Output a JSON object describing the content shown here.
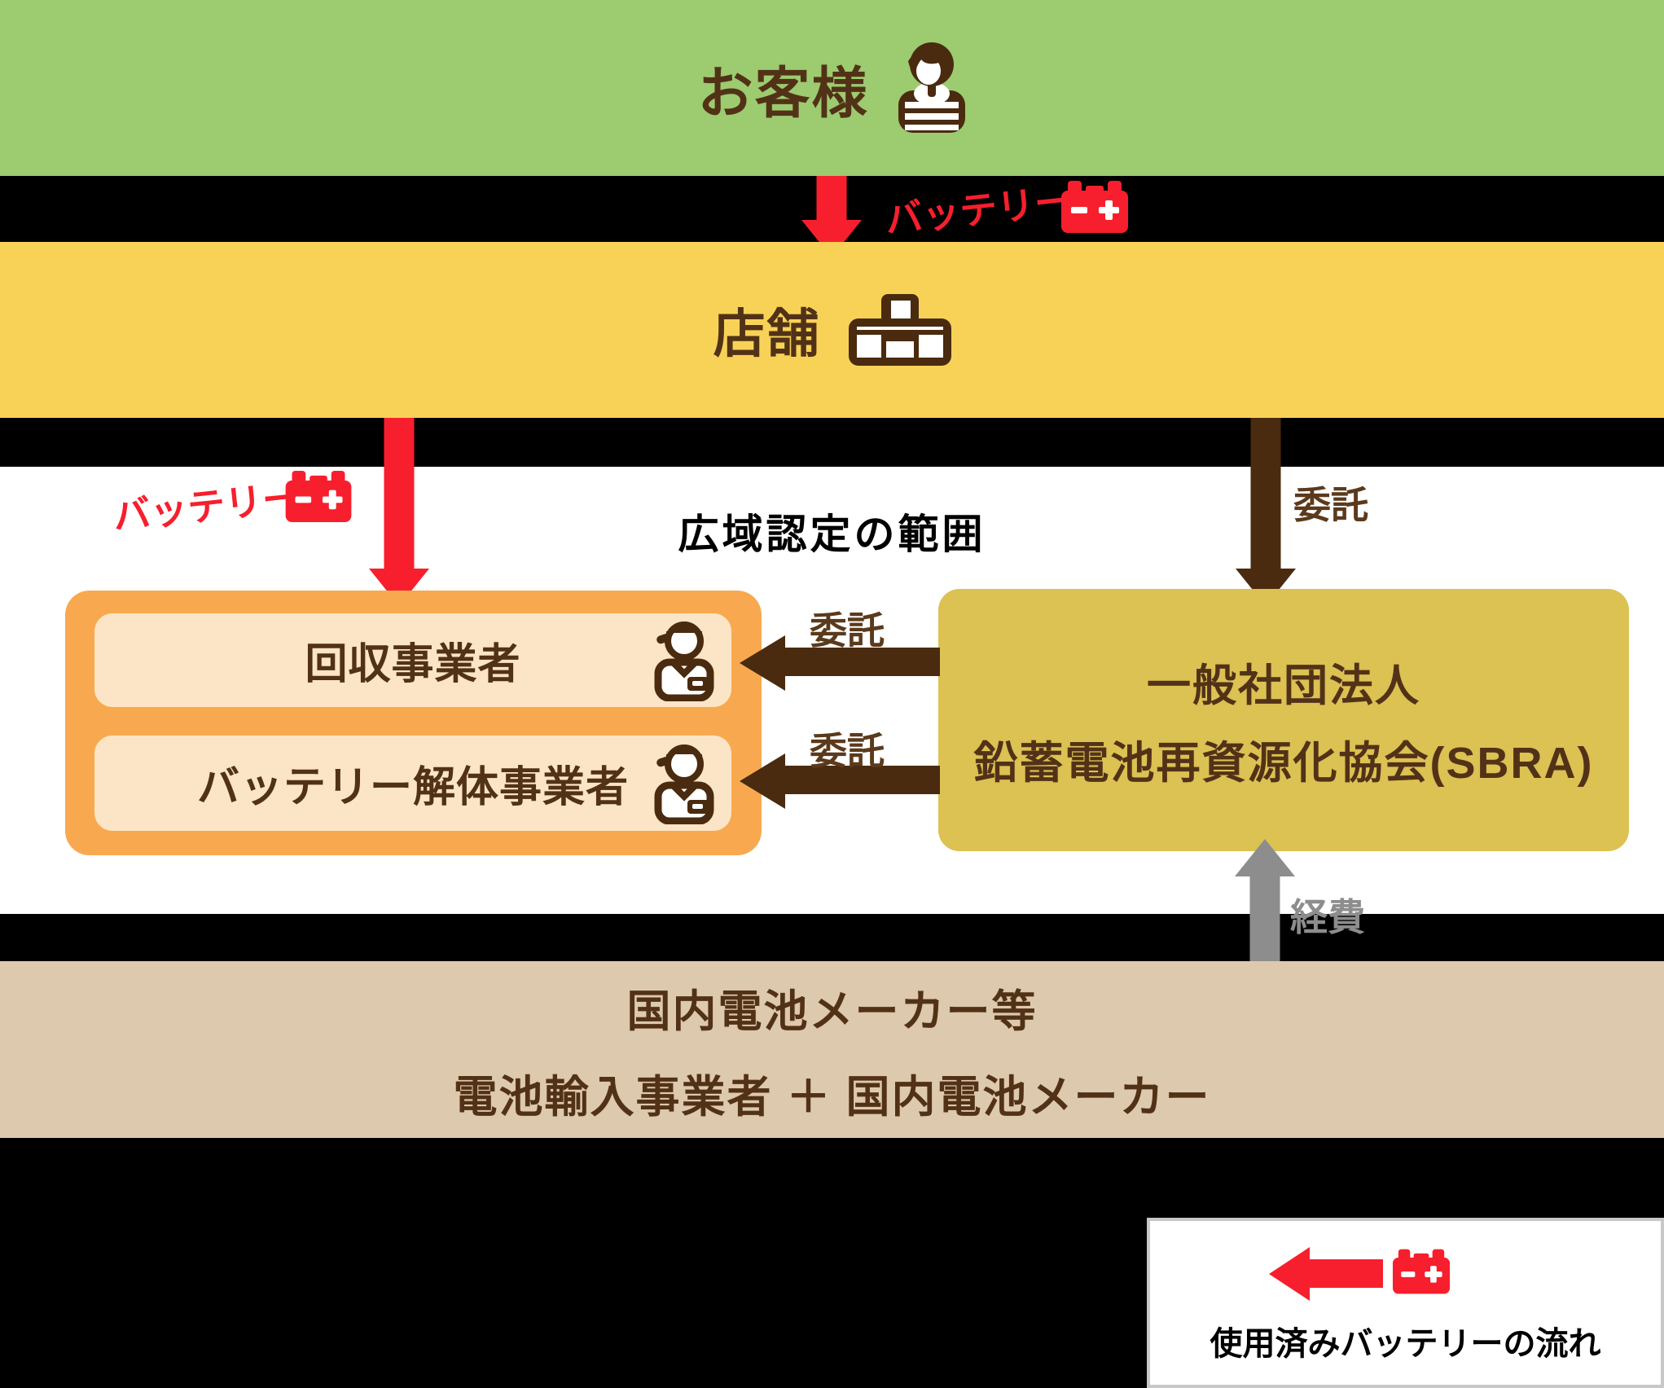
{
  "diagram": {
    "customer_band": {
      "label": "お客様"
    },
    "store_band": {
      "label": "店舗"
    },
    "scope": {
      "title": "広域認定の範囲"
    },
    "operators": {
      "collector": {
        "label": "回収事業者"
      },
      "dismantler": {
        "label": "バッテリー解体事業者"
      }
    },
    "sbra_box": {
      "line1": "一般社団法人",
      "line2": "鉛蓄電池再資源化協会(SBRA)"
    },
    "makers_band": {
      "line1": "国内電池メーカー等",
      "line2": "電池輸入事業者 ＋ 国内電池メーカー"
    },
    "flows": {
      "customer_to_store": {
        "label": "バッテリー"
      },
      "store_to_collector": {
        "label": "バッテリー"
      },
      "store_to_sbra": {
        "label": "委託"
      },
      "sbra_to_collector": {
        "label": "委託"
      },
      "sbra_to_dismantler": {
        "label": "委託"
      },
      "makers_to_sbra": {
        "label": "経費"
      }
    },
    "legend": {
      "caption": "使用済みバッテリーの流れ"
    },
    "icons": {
      "customer": "person-icon",
      "store": "storefront-icon",
      "battery": "car-battery-icon",
      "operator": "worker-icon",
      "flow": "arrow-icon"
    },
    "colors": {
      "customer_green": "#9ccb70",
      "store_yellow": "#f8d257",
      "operators_orange": "#f8a94f",
      "operators_cream": "#fce5c6",
      "sbra_gold": "#dcc153",
      "makers_tan": "#ddc9ad",
      "flow_red": "#f71f2d",
      "flow_brown": "#4a2b10",
      "expense_gray": "#8d8d8d",
      "text_brown": "#523217",
      "background_black": "#000000"
    }
  }
}
